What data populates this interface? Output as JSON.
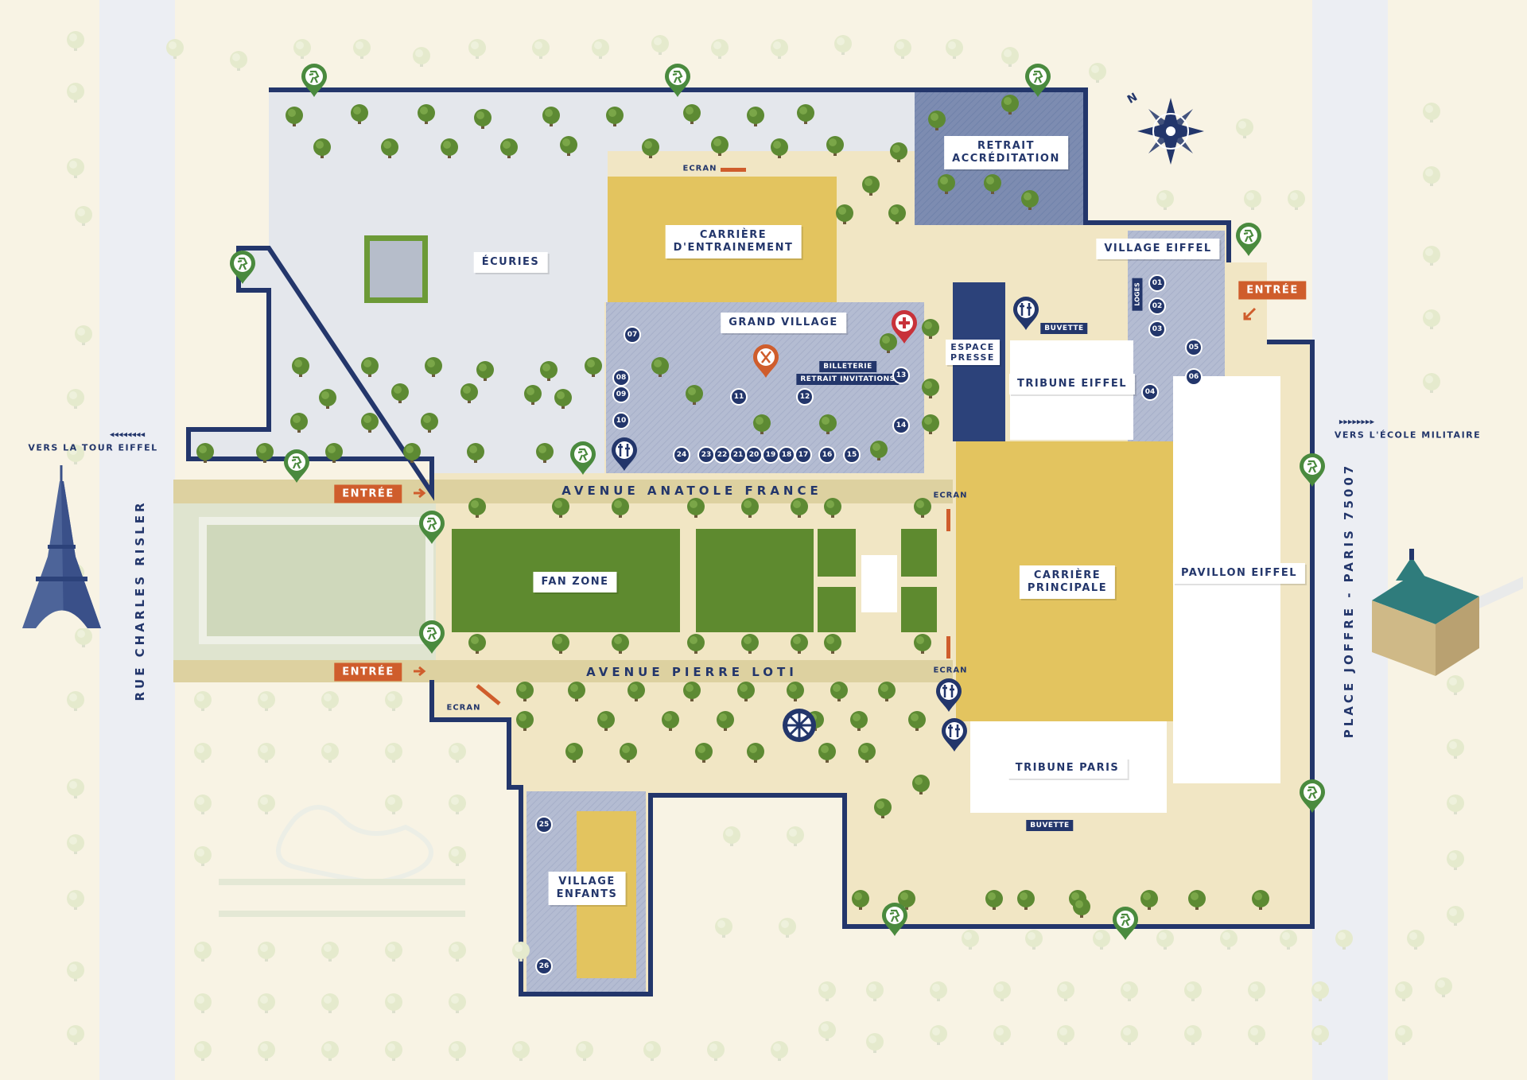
{
  "zones": {
    "ecuries": "ÉCURIES",
    "carriere_entrainement": "CARRIÈRE\nD'ENTRAINEMENT",
    "retrait_accreditation": "RETRAIT\nACCRÉDITATION",
    "village_eiffel": "VILLAGE EIFFEL",
    "grand_village": "GRAND VILLAGE",
    "espace_presse": "ESPACE\nPRESSE",
    "tribune_eiffel": "TRIBUNE EIFFEL",
    "fan_zone": "FAN ZONE",
    "carriere_principale": "CARRIÈRE\nPRINCIPALE",
    "pavillon_eiffel": "PAVILLON EIFFEL",
    "tribune_paris": "TRIBUNE PARIS",
    "village_enfants": "VILLAGE\nENFANTS"
  },
  "tags": {
    "billeterie": "BILLETERIE",
    "retrait_invitations": "RETRAIT INVITATIONS",
    "buvette_top": "BUVETTE",
    "buvette_bottom": "BUVETTE",
    "loges": "LOGES"
  },
  "entrances": {
    "top_right": "ENTRÉE",
    "left_top": "ENTRÉE",
    "left_bottom": "ENTRÉE"
  },
  "screens": {
    "top": "ECRAN",
    "right_top": "ECRAN",
    "right_bottom": "ECRAN",
    "left_bottom": "ECRAN"
  },
  "avenues": {
    "anatole_france": "AVENUE ANATOLE FRANCE",
    "pierre_loti": "AVENUE PIERRE LOTI"
  },
  "streets": {
    "charles_risler": "RUE CHARLES RISLER",
    "place_joffre": "PLACE JOFFRE - PARIS 75007"
  },
  "directions": {
    "left_arrows": "◂◂◂◂◂◂◂◂",
    "left_text": "VERS LA TOUR EIFFEL",
    "right_arrows": "▸▸▸▸▸▸▸▸",
    "right_text": "VERS L'ÉCOLE MILITAIRE"
  },
  "compass": {
    "north": "N"
  },
  "stands": {
    "s01": "01",
    "s02": "02",
    "s03": "03",
    "s04": "04",
    "s05": "05",
    "s06": "06",
    "s07": "07",
    "s08": "08",
    "s09": "09",
    "s10": "10",
    "s11": "11",
    "s12": "12",
    "s13": "13",
    "s14": "14",
    "s15": "15",
    "s16": "16",
    "s17": "17",
    "s18": "18",
    "s19": "19",
    "s20": "20",
    "s21": "21",
    "s22": "22",
    "s23": "23",
    "s24": "24",
    "s25": "25",
    "s26": "26"
  },
  "icons": {
    "exit": "emergency-exit-icon",
    "wc": "toilets-icon",
    "first_aid": "first-aid-icon",
    "food": "restaurant-icon",
    "compass": "compass-rose-icon",
    "landmark_left": "eiffel-tower-icon",
    "landmark_right": "ecole-militaire-icon"
  },
  "colors": {
    "navy": "#23366b",
    "grass": "#5e8a2f",
    "sand": "#e3c45f",
    "venue": "#f1e6c4",
    "paving": "#e6e9ee",
    "village": "#b6bdd3",
    "entry": "#cf5d2c",
    "exit_green": "#4a8a3e"
  }
}
